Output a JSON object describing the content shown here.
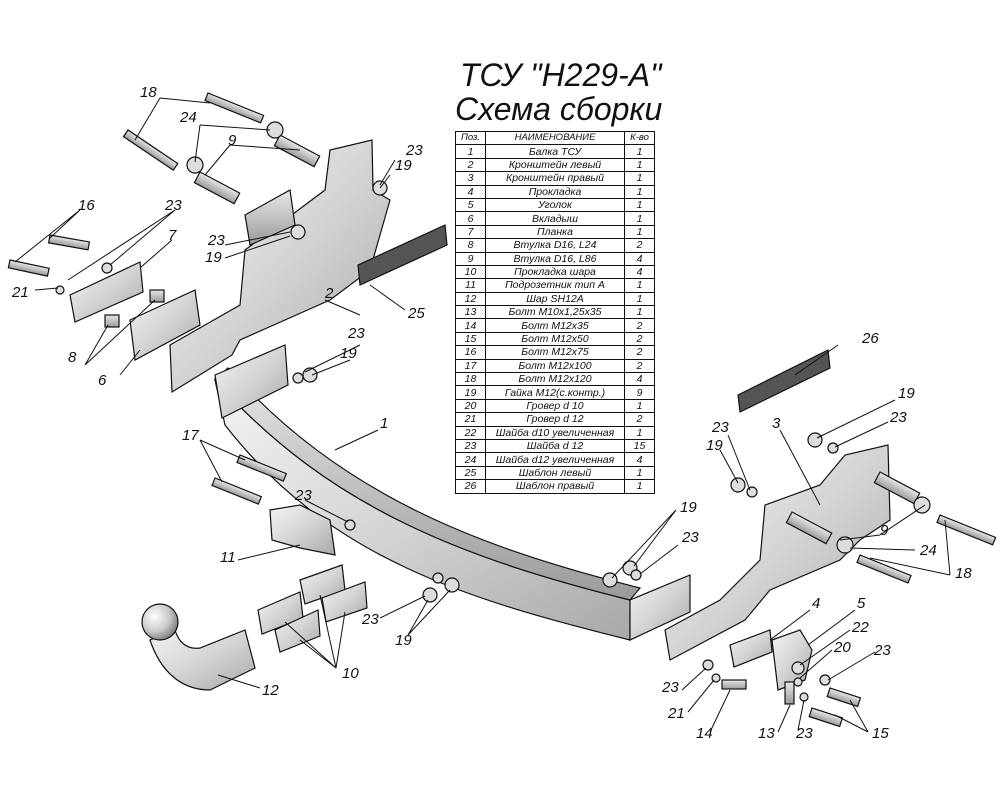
{
  "title_line1": "ТСУ \"Н229-А\"",
  "title_line2": "Схема сборки",
  "table": {
    "headers": [
      "Поз.",
      "НАИМЕНОВАНИЕ",
      "К-во"
    ],
    "rows": [
      [
        "1",
        "Балка ТСУ",
        "1"
      ],
      [
        "2",
        "Кронштейн левый",
        "1"
      ],
      [
        "3",
        "Кронштейн правый",
        "1"
      ],
      [
        "4",
        "Прокладка",
        "1"
      ],
      [
        "5",
        "Уголок",
        "1"
      ],
      [
        "6",
        "Вкладыш",
        "1"
      ],
      [
        "7",
        "Планка",
        "1"
      ],
      [
        "8",
        "Втулка D16, L24",
        "2"
      ],
      [
        "9",
        "Втулка D16, L86",
        "4"
      ],
      [
        "10",
        "Прокладка шара",
        "4"
      ],
      [
        "11",
        "Подрозетник тип А",
        "1"
      ],
      [
        "12",
        "Шар SH12A",
        "1"
      ],
      [
        "13",
        "Болт М10х1,25х35",
        "1"
      ],
      [
        "14",
        "Болт М12х35",
        "2"
      ],
      [
        "15",
        "Болт М12х50",
        "2"
      ],
      [
        "16",
        "Болт М12х75",
        "2"
      ],
      [
        "17",
        "Болт М12х100",
        "2"
      ],
      [
        "18",
        "Болт М12х120",
        "4"
      ],
      [
        "19",
        "Гайка М12(с.контр.)",
        "9"
      ],
      [
        "20",
        "Гровер d 10",
        "1"
      ],
      [
        "21",
        "Гровер d 12",
        "2"
      ],
      [
        "22",
        "Шайба d10 увеличенная",
        "1"
      ],
      [
        "23",
        "Шайба d 12",
        "15"
      ],
      [
        "24",
        "Шайба d12 увеличенная",
        "4"
      ],
      [
        "25",
        "Шаблон левый",
        "1"
      ],
      [
        "26",
        "Шаблон правый",
        "1"
      ]
    ]
  },
  "callouts": [
    "1",
    "2",
    "3",
    "4",
    "5",
    "6",
    "7",
    "8",
    "9",
    "10",
    "11",
    "12",
    "13",
    "14",
    "15",
    "16",
    "17",
    "18",
    "19",
    "20",
    "21",
    "22",
    "23",
    "24",
    "25",
    "26"
  ]
}
